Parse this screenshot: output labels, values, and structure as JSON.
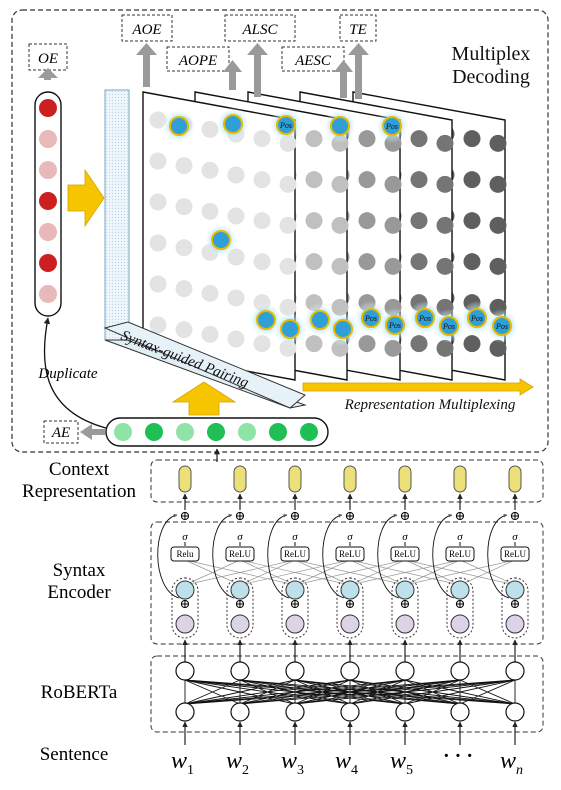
{
  "tasks": {
    "oe": "OE",
    "aoe": "AOE",
    "aope": "AOPE",
    "alsc": "ALSC",
    "aesc": "AESC",
    "te": "TE",
    "ae": "AE"
  },
  "sections": {
    "multiplex_line1": "Multiplex",
    "multiplex_line2": "Decoding",
    "context_line1": "Context",
    "context_line2": "Representation",
    "syntax_line1": "Syntax",
    "syntax_line2": "Encoder",
    "roberta": "RoBERTa",
    "sentence": "Sentence"
  },
  "annotations": {
    "syntax_pairing": "Syntax-guided Pairing",
    "representation_multiplexing": "Representation Multiplexing",
    "duplicate": "Duplicate"
  },
  "cells": {
    "relu": "ReLU",
    "relu_first": "Relu",
    "sigma": "σ",
    "plus": "⊕",
    "pos": "Pos"
  },
  "tokens": {
    "w1": "w",
    "w1_sub": "1",
    "w2": "w",
    "w2_sub": "2",
    "w3": "w",
    "w3_sub": "3",
    "w4": "w",
    "w4_sub": "4",
    "w5": "w",
    "w5_sub": "5",
    "dots": "· · ·",
    "wn": "w",
    "wn_sub": "n"
  },
  "colors": {
    "oe_red": "#cc1f1f",
    "oe_pink": "#e8b9b9",
    "ae_green": "#1fbf55",
    "ae_light": "#8fe3a7",
    "yellow_arrow": "#f7c400",
    "context_cell": "#ece07a",
    "lstm_blue": "#bde0ea",
    "lstm_purple": "#ddd3e6",
    "highlight_blue": "#2f9fd8",
    "highlight_glow": "#9fdff5"
  }
}
